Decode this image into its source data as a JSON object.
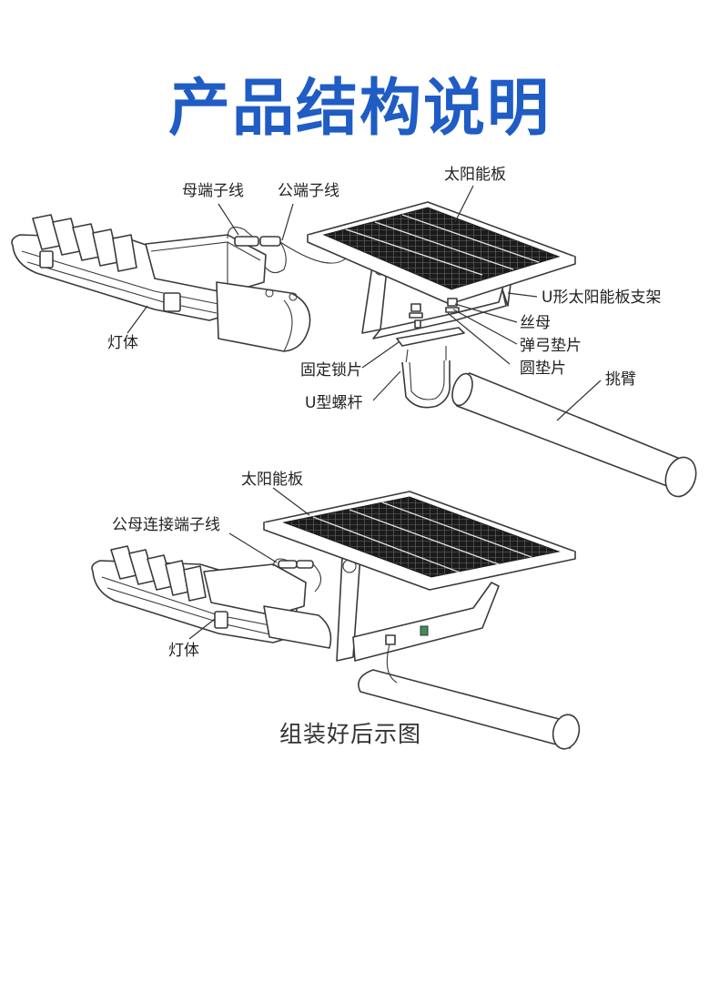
{
  "title": "产品结构说明",
  "top_diagram": {
    "labels": {
      "female_wire": "母端子线",
      "male_wire": "公端子线",
      "solar_panel": "太阳能板",
      "u_bracket": "U形太阳能板支架",
      "nut": "丝母",
      "spring_washer": "弹弓垫片",
      "round_washer": "圆垫片",
      "arm": "挑臂",
      "lamp_body": "灯体",
      "lock_plate": "固定锁片",
      "u_bolt": "U型螺杆"
    }
  },
  "bottom_diagram": {
    "labels": {
      "solar_panel": "太阳能板",
      "connector_wire": "公母连接端子线",
      "lamp_body": "灯体"
    },
    "caption": "组装好后示图"
  }
}
